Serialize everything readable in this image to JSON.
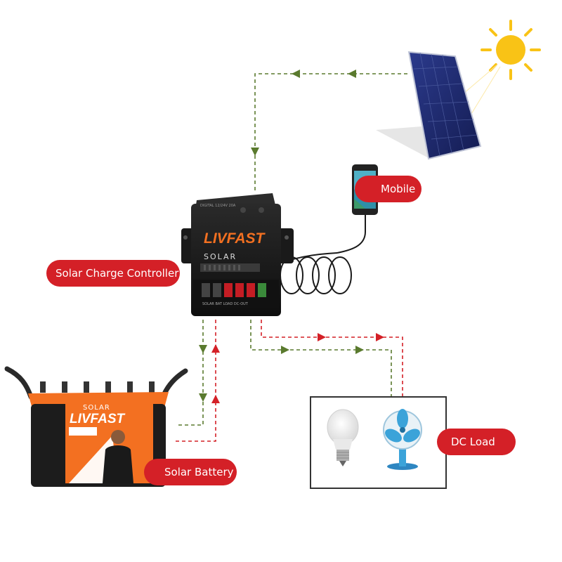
{
  "labels": {
    "mobile": "Mobile",
    "charge_controller": "Solar Charge Controller",
    "battery": "Solar Battery",
    "dc_load": "DC Load"
  },
  "controller": {
    "brand": "LIVFAST",
    "sub_brand": "SOLAR",
    "model_text": "DIGITAL 12/24V 20A",
    "terminal_text": "SOLAR  BAT  LOAD  DC-OUT"
  },
  "battery": {
    "top_text": "SOLAR",
    "brand": "LIVFAST"
  },
  "colors": {
    "accent_red": "#d42027",
    "flow_green": "#5a7a2e",
    "flow_red": "#d42027",
    "panel_blue": "#1f2a6b",
    "sun_yellow": "#f9c316",
    "battery_orange": "#f37021",
    "fan_blue": "#3ba3d9"
  },
  "icons": [
    "sun-icon",
    "solar-panel",
    "mobile-phone",
    "charge-controller",
    "battery",
    "light-bulb",
    "table-fan"
  ]
}
